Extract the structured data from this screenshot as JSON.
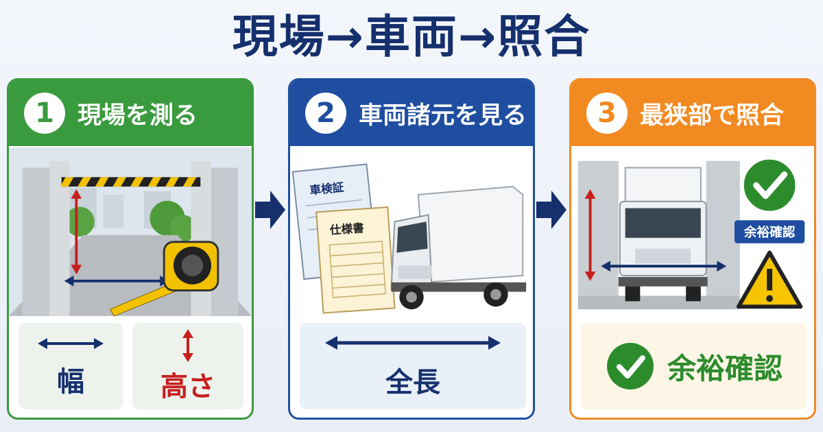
{
  "title": "現場→車両→照合",
  "steps": [
    {
      "number": "1",
      "title": "現場を測る",
      "color": "#3a9a3e",
      "labels": {
        "width": "幅",
        "height": "高さ"
      }
    },
    {
      "number": "2",
      "title": "車両諸元を見る",
      "color": "#1f4ea0",
      "documents": {
        "inspection": "車検証",
        "spec": "仕様書"
      },
      "labels": {
        "length": "全長"
      }
    },
    {
      "number": "3",
      "title": "最狭部で照合",
      "color": "#f28a22",
      "badge": "余裕確認",
      "result": "余裕確認"
    }
  ],
  "colors": {
    "navy": "#16306e",
    "red": "#c81e1e",
    "green": "#2c8c2c",
    "warn_yellow": "#f6c400"
  },
  "icons": [
    "tape-measure-icon",
    "barrier-icon",
    "document-icon",
    "truck-icon",
    "check-icon",
    "warning-icon",
    "arrow-right-icon"
  ]
}
